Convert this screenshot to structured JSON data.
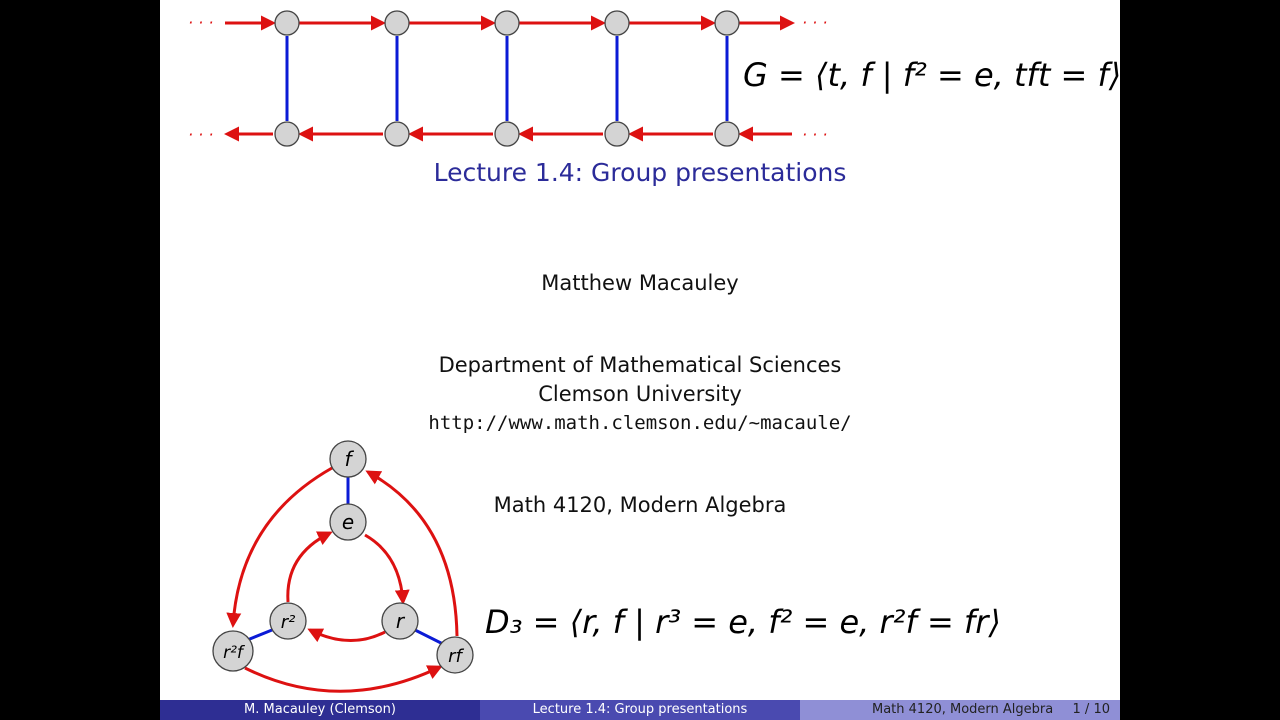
{
  "slide": {
    "title": "Lecture 1.4: Group presentations",
    "author": "Matthew Macauley",
    "department": "Department of Mathematical Sciences",
    "university": "Clemson University",
    "url": "http://www.math.clemson.edu/~macaule/",
    "course": "Math 4120, Modern Algebra"
  },
  "formulas": {
    "g_presentation": "G = ⟨t, f | f² = e, tft = f⟩",
    "d3_presentation": "D₃ = ⟨r, f | r³ = e, f² = e, r²f = fr⟩"
  },
  "cayley_graph": {
    "nodes": [
      "f",
      "e",
      "r",
      "r2",
      "r2f",
      "rf"
    ],
    "node_labels": {
      "f": "f",
      "e": "e",
      "r": "r",
      "r2": "r²",
      "r2f": "r²f",
      "rf": "rf"
    }
  },
  "footer": {
    "author": "M. Macauley  (Clemson)",
    "title": "Lecture 1.4: Group presentations",
    "course": "Math 4120, Modern Algebra",
    "page": "1 / 10"
  },
  "colors": {
    "generator_red": "#dd1111",
    "generator_blue": "#0b1bd6",
    "title_blue": "#2b2b99",
    "node_fill": "#d4d4d4"
  }
}
